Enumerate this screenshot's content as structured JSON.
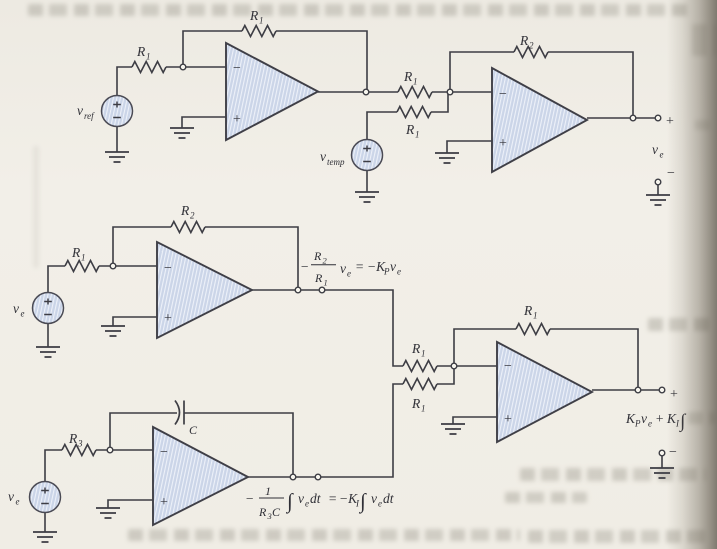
{
  "colors": {
    "paper": "#f1eee6",
    "wire": "#3d3d44",
    "opamp_fill": "#cbd5e8",
    "opamp_stripe": "#edf1f9",
    "gutter_shadow": "#6f6858"
  },
  "symbols": {
    "minus": "−",
    "plus": "+"
  },
  "labels": {
    "r1": {
      "base": "R",
      "sub": "1"
    },
    "r2": {
      "base": "R",
      "sub": "2"
    },
    "r3": {
      "base": "R",
      "sub": "3"
    },
    "cap": "C",
    "vref": {
      "base": "v",
      "sub": "ref"
    },
    "vtemp": {
      "base": "v",
      "sub": "temp"
    },
    "ve": {
      "base": "v",
      "sub": "e"
    }
  },
  "terminals": {
    "plus": "+",
    "minus": "−"
  },
  "formulas": {
    "kp": {
      "minus": "−",
      "num": "R",
      "num_sub": "2",
      "den": "R",
      "den_sub": "1",
      "v": "v",
      "v_sub": "e",
      "eq": "=",
      "negk": "−K",
      "k_sub": "P",
      "v2": "v",
      "v2_sub": "e"
    },
    "ki": {
      "minus": "−",
      "num": "1",
      "den_r": "R",
      "den_r_sub": "3",
      "den_c": "C",
      "int1": "∫",
      "v1": "v",
      "v1_sub": "e",
      "dt1": "dt",
      "eq": "=",
      "negk": "−K",
      "k_sub": "I",
      "int2": "∫",
      "v2": "v",
      "v2_sub": "e",
      "dt2": "dt"
    },
    "output": {
      "k1": "K",
      "k1_sub": "P",
      "v1": "v",
      "v1_sub": "e",
      "plus": "+",
      "k2": "K",
      "k2_sub": "I",
      "int": "∫"
    }
  }
}
